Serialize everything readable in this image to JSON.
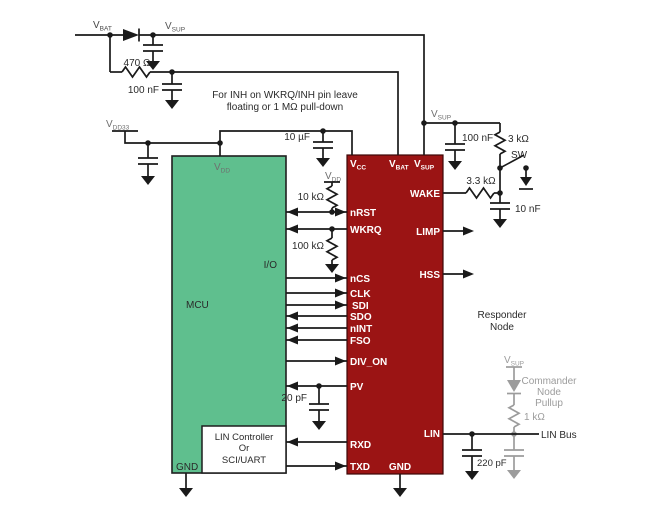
{
  "colors": {
    "chip": "#9B1414",
    "mcu": "#5FBF8E",
    "gray": "#9C9C9C",
    "wire": "#1A1A1A",
    "net": "#6F6F6F"
  },
  "note": {
    "line1": "For INH on WKRQ/INH pin leave",
    "line2": "floating or 1 MΩ pull-down"
  },
  "nets": {
    "vbat": {
      "main": "V",
      "sub": "BAT"
    },
    "vsup_top": {
      "main": "V",
      "sub": "SUP"
    },
    "vdd33": {
      "main": "V",
      "sub": "DD33"
    },
    "vdd_pullup": {
      "main": "V",
      "sub": "DD"
    },
    "vsup_right": {
      "main": "V",
      "sub": "SUP"
    },
    "vsup_cmd": {
      "main": "V",
      "sub": "SUP"
    }
  },
  "components": {
    "r470": "470 Ω",
    "c100n_left": "100 nF",
    "c10u": "10 µF",
    "r10k": "10 kΩ",
    "r100k": "100 kΩ",
    "c20p": "20 pF",
    "c100n_right": "100 nF",
    "r3k": "3 kΩ",
    "sw": "SW",
    "r3k3": "3.3 kΩ",
    "c10n": "10 nF",
    "r1k": "1 kΩ",
    "c220p": "220 pF"
  },
  "mcu": {
    "vdd": {
      "main": "V",
      "sub": "DD"
    },
    "io": "I/O",
    "name": "MCU",
    "gnd": "GND",
    "controller": {
      "line1": "LIN Controller",
      "line2": "Or",
      "line3": "SCI/UART"
    }
  },
  "chip": {
    "top_pins": [
      {
        "main": "V",
        "sub": "CC"
      },
      {
        "main": "V",
        "sub": "BAT"
      },
      {
        "main": "V",
        "sub": "SUP"
      }
    ],
    "left_pins": [
      "nRST",
      "WKRQ",
      "nCS",
      "CLK",
      "SDI",
      "SDO",
      "nINT",
      "FSO",
      "DIV_ON",
      "PV",
      "RXD",
      "TXD"
    ],
    "right_pins": [
      "WAKE",
      "LIMP",
      "HSS",
      "LIN"
    ],
    "bottom_pin": "GND"
  },
  "annotations": {
    "responder": {
      "line1": "Responder",
      "line2": "Node"
    },
    "commander": {
      "line1": "Commander",
      "line2": "Node",
      "line3": "Pullup"
    },
    "lin_bus": "LIN Bus"
  }
}
